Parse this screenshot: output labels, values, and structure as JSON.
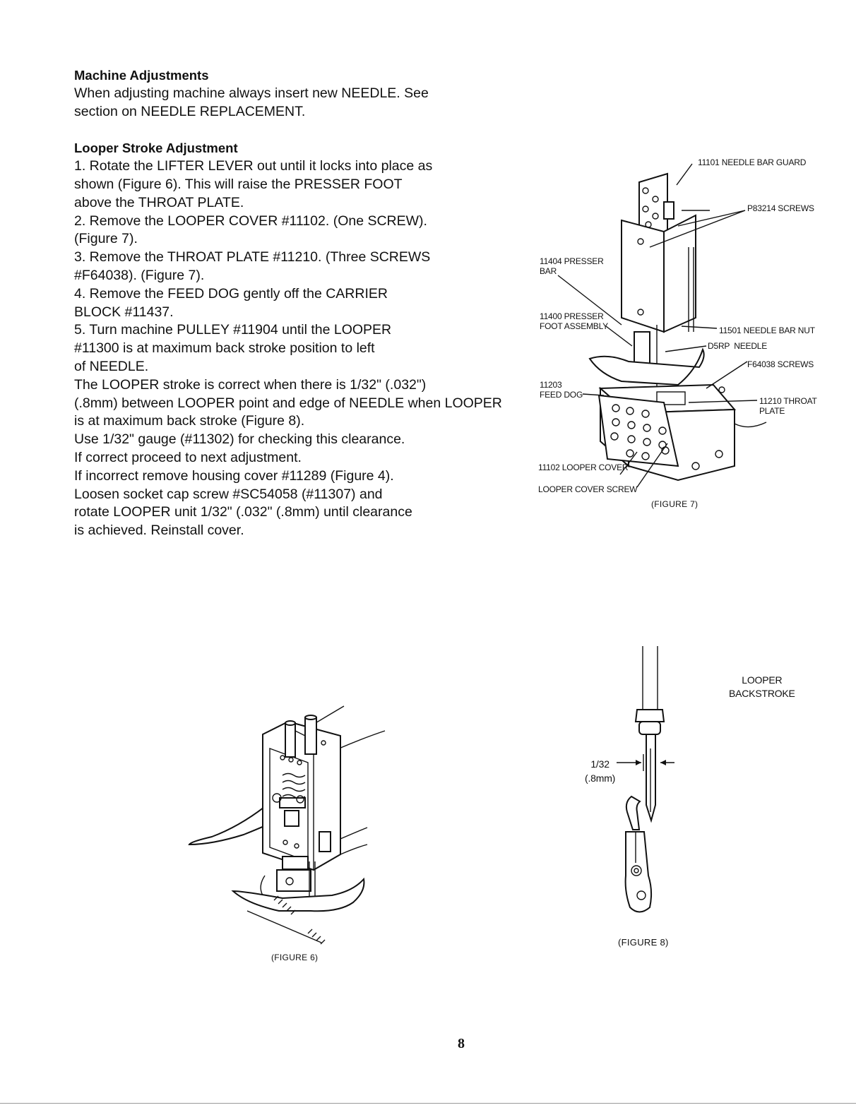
{
  "section1": {
    "heading": "Machine Adjustments",
    "lines": [
      "When adjusting machine always insert new NEEDLE. See",
      "section on NEEDLE REPLACEMENT."
    ]
  },
  "section2": {
    "heading": "Looper Stroke Adjustment",
    "lines": [
      "1. Rotate the LIFTER LEVER out until it locks into place as",
      "shown (Figure 6). This will raise the PRESSER FOOT",
      "above the THROAT PLATE.",
      "2. Remove the LOOPER COVER #11102. (One SCREW).",
      "(Figure 7).",
      "3. Remove the THROAT PLATE #11210. (Three SCREWS",
      "#F64038). (Figure 7).",
      "4. Remove the FEED DOG gently off the CARRIER",
      "BLOCK #11437.",
      "5. Turn machine PULLEY #11904 until the LOOPER",
      "#11300 is at maximum back stroke position to left",
      "of NEEDLE.",
      "The LOOPER stroke is correct when there is 1/32\" (.032\")",
      "(.8mm) between LOOPER point and edge of NEEDLE when LOOPER",
      "is at maximum back stroke (Figure 8).",
      "Use 1/32\" gauge (#11302) for checking this clearance.",
      "If correct proceed to next adjustment.",
      "If incorrect remove housing cover #11289 (Figure 4).",
      "Loosen socket cap screw #SC54058 (#11307) and",
      "rotate LOOPER unit 1/32\" (.032\" (.8mm) until clearance",
      "is achieved. Reinstall cover."
    ]
  },
  "figure7": {
    "caption": "(FIGURE 7)",
    "labels": {
      "needle_bar_guard": "11101 NEEDLE BAR GUARD",
      "screws_p83214": "P83214 SCREWS",
      "presser_bar": "11404 PRESSER\nBAR",
      "presser_foot_assembly": "11400 PRESSER\nFOOT ASSEMBLY",
      "needle_bar_nut": "11501 NEEDLE BAR NUT",
      "needle": "D5RP  NEEDLE",
      "screws_f64038": "F64038 SCREWS",
      "feed_dog": "11203\nFEED DOG",
      "throat_plate": "11210 THROAT\nPLATE",
      "looper_cover": "11102 LOOPER COVER",
      "looper_cover_screw": "LOOPER COVER SCREW"
    }
  },
  "figure6": {
    "caption": "(FIGURE 6)"
  },
  "figure8": {
    "caption": "(FIGURE 8)",
    "title": "LOOPER\nBACKSTROKE",
    "gap_label": "1/32\n(.8mm)"
  },
  "page_number": "8"
}
